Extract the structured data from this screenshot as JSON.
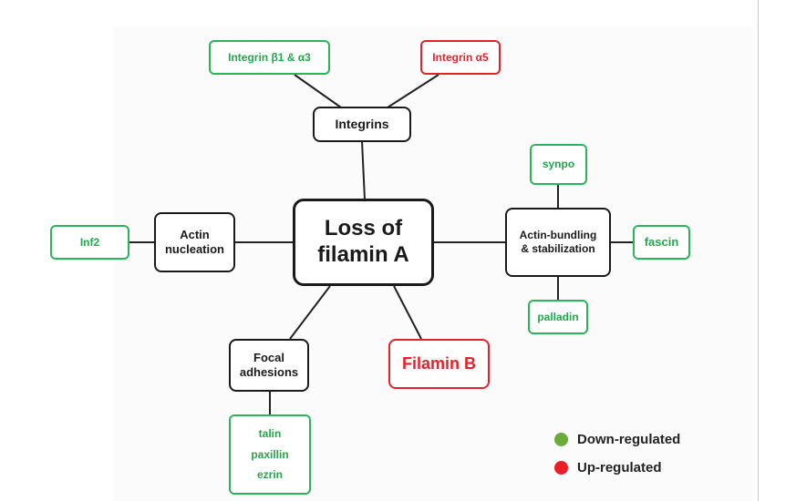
{
  "diagram": {
    "center": "Loss of\nfilamin A",
    "integrins": "Integrins",
    "integrin_b1_a3": "Integrin β1 & α3",
    "integrin_a5": "Integrin α5",
    "actin_bundling": "Actin-bundling\n& stabilization",
    "synpo": "synpo",
    "fascin": "fascin",
    "palladin": "palladin",
    "actin_nucleation": "Actin\nnucleation",
    "inf2": "Inf2",
    "focal_adhesions": "Focal\nadhesions",
    "focal_proteins": "talin\npaxillin\nezrin",
    "filamin_b": "Filamin B"
  },
  "legend": {
    "down_label": "Down-regulated",
    "up_label": "Up-regulated",
    "down_color": "#6aab3c",
    "up_color": "#ee1c24"
  }
}
